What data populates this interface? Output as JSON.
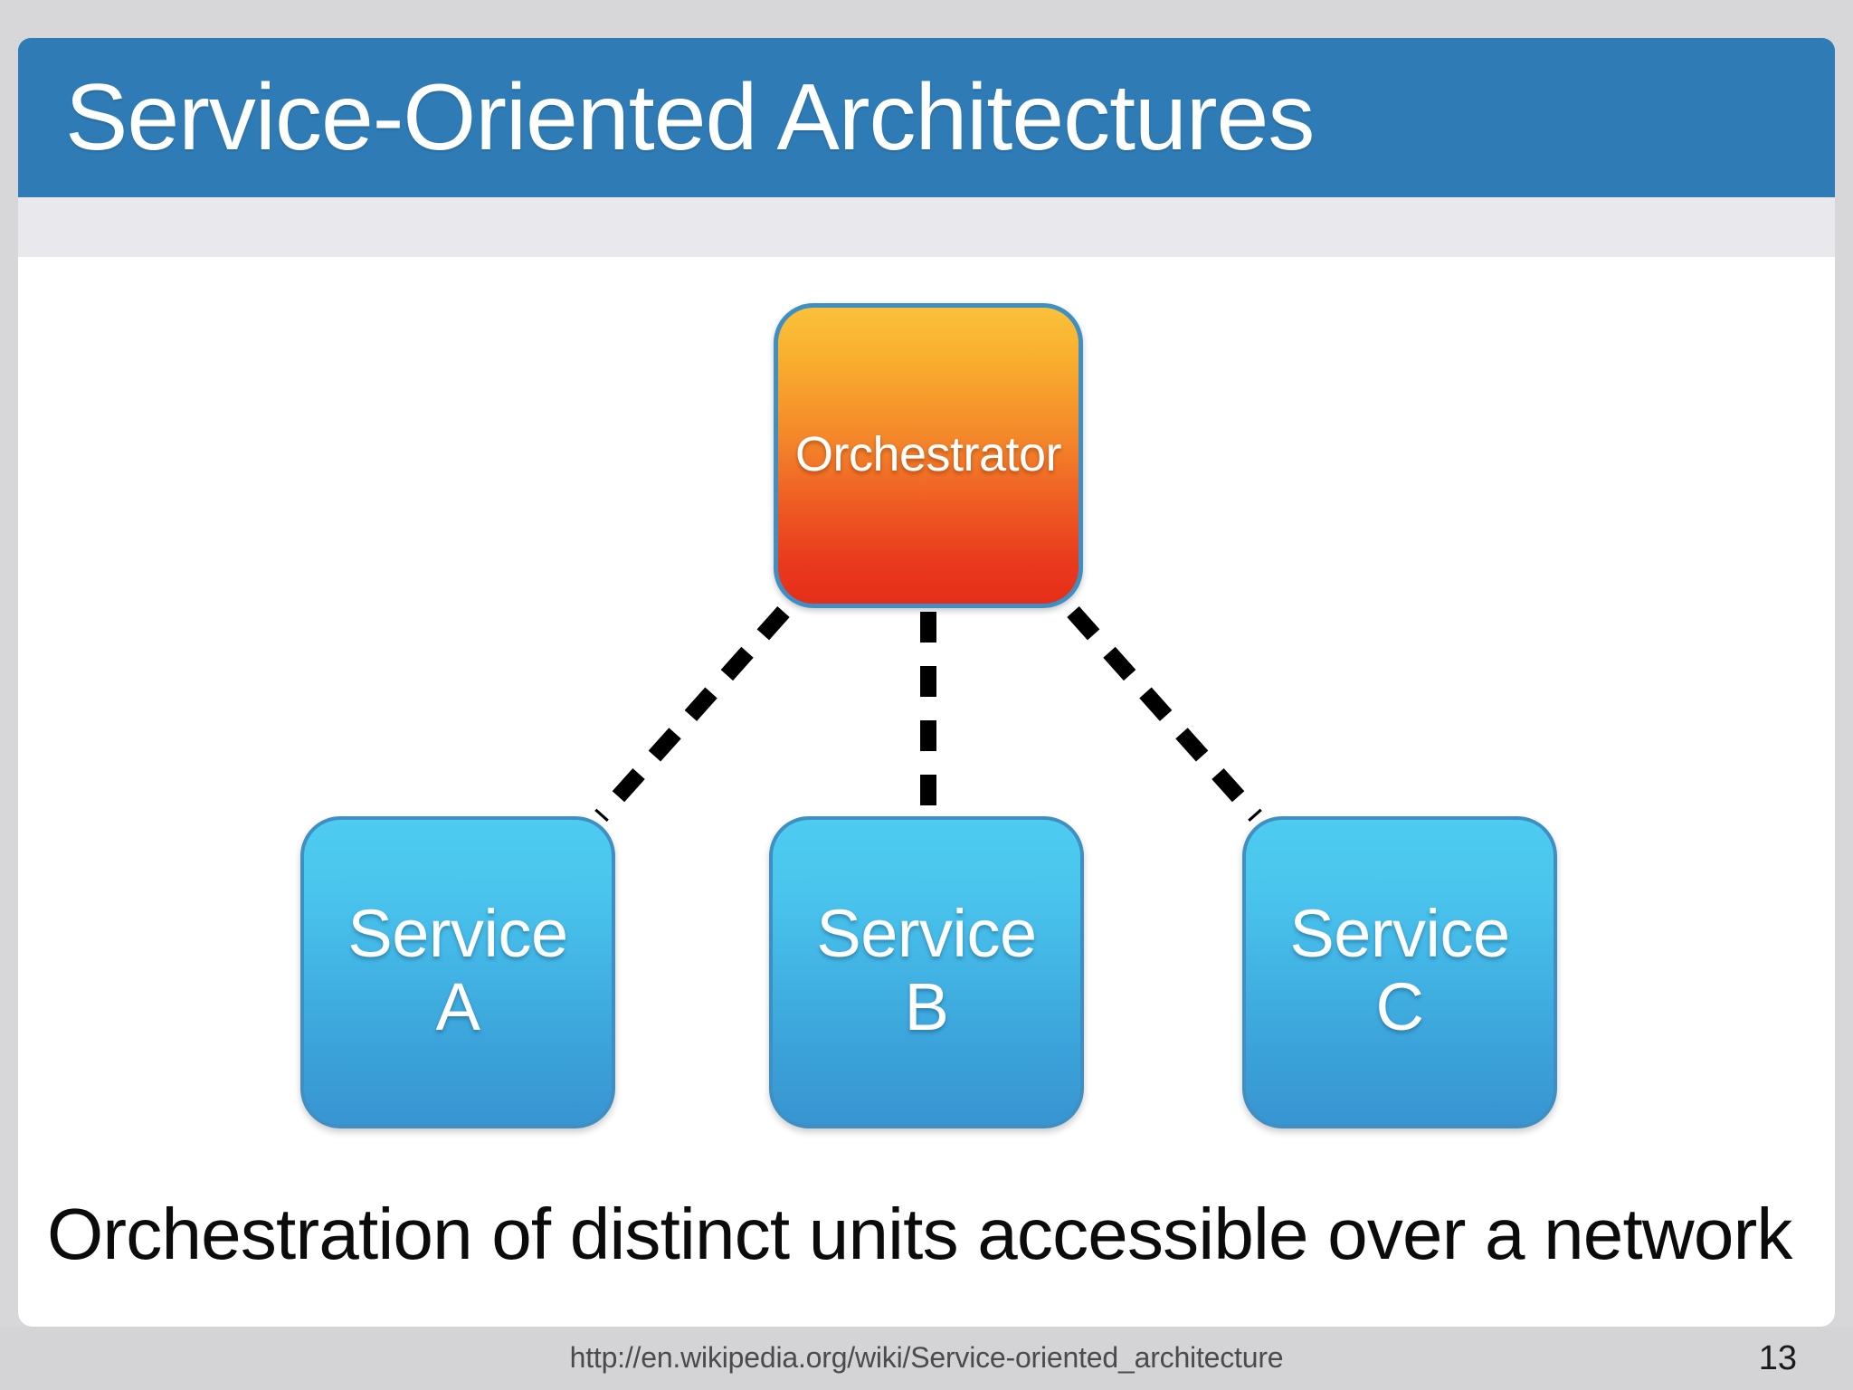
{
  "slide": {
    "title": "Service-Oriented Architectures",
    "caption": "Orchestration of distinct units accessible over a network",
    "page_number": "13",
    "source_url": "http://en.wikipedia.org/wiki/Service-oriented_architecture",
    "colors": {
      "outer_background": "#d7d7d9",
      "title_bar": "#2e7bb5",
      "title_text": "#ffffff",
      "under_band": "#e9e9ed",
      "content_panel": "#ffffff",
      "footer_band": "#d4d4d6",
      "node_border": "#3f8fc2",
      "orchestrator_gradient_top": "#fbc13a",
      "orchestrator_gradient_bottom": "#e62e19",
      "service_gradient_top": "#4ecbf0",
      "service_gradient_bottom": "#3895d1",
      "connector_line": "#000000"
    }
  },
  "diagram": {
    "orchestrator": {
      "label": "Orchestrator"
    },
    "services": [
      {
        "line1": "Service",
        "line2": "A"
      },
      {
        "line1": "Service",
        "line2": "B"
      },
      {
        "line1": "Service",
        "line2": "C"
      }
    ],
    "connectors": [
      {
        "from": "orchestrator",
        "to": "service-a",
        "style": "dashed"
      },
      {
        "from": "orchestrator",
        "to": "service-b",
        "style": "dashed"
      },
      {
        "from": "orchestrator",
        "to": "service-c",
        "style": "dashed"
      }
    ]
  }
}
